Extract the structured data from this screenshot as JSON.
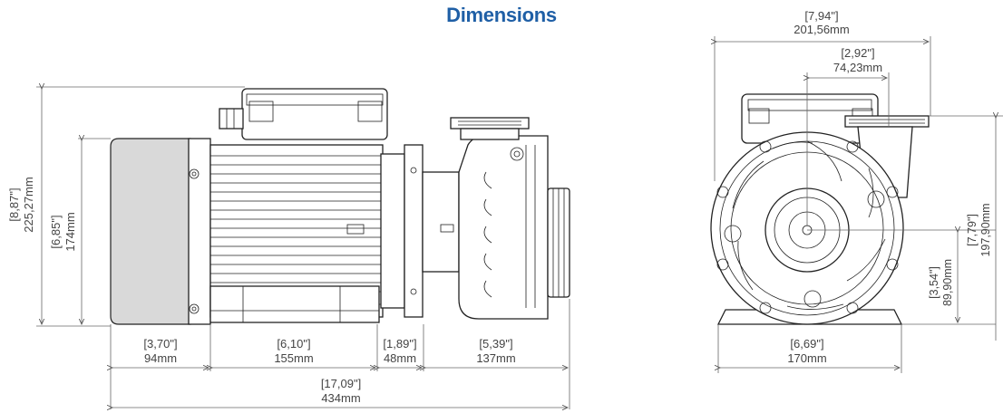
{
  "title": "Dimensions",
  "colors": {
    "title": "#1f5fa6",
    "ink": "#222222",
    "dim": "#555555",
    "motor_cap": "#d9d9d9"
  },
  "side_view": {
    "total_height": {
      "inch": "[8,87\"]",
      "mm": "225,27mm"
    },
    "motor_height": {
      "inch": "[6,85\"]",
      "mm": "174mm"
    },
    "seg1": {
      "inch": "[3,70\"]",
      "mm": "94mm"
    },
    "seg2": {
      "inch": "[6,10\"]",
      "mm": "155mm"
    },
    "seg3": {
      "inch": "[1,89\"]",
      "mm": "48mm"
    },
    "seg4": {
      "inch": "[5,39\"]",
      "mm": "137mm"
    },
    "total_length": {
      "inch": "[17,09\"]",
      "mm": "434mm"
    }
  },
  "front_view": {
    "overall_width": {
      "inch": "[7,94\"]",
      "mm": "201,56mm"
    },
    "offset": {
      "inch": "[2,92\"]",
      "mm": "74,23mm"
    },
    "base_width": {
      "inch": "[6,69\"]",
      "mm": "170mm"
    },
    "shaft_height": {
      "inch": "[3,54\"]",
      "mm": "89,90mm"
    },
    "outlet_height": {
      "inch": "[7,79\"]",
      "mm": "197,90mm"
    }
  }
}
